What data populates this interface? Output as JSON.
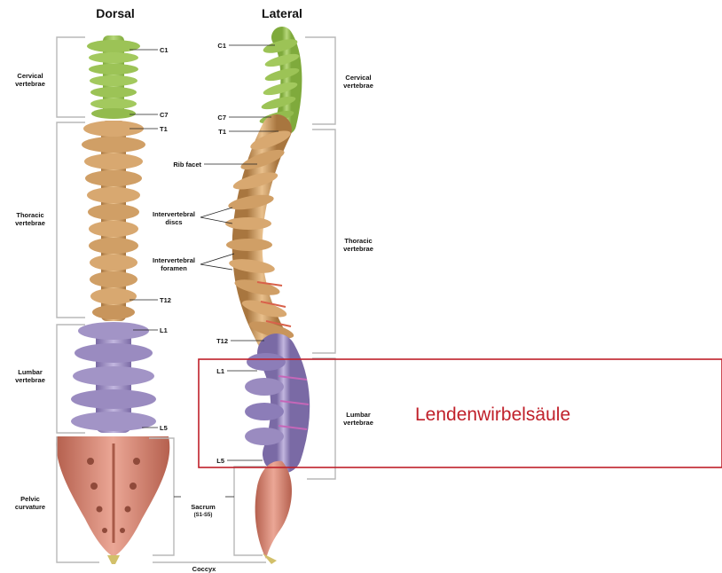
{
  "views": {
    "dorsal": "Dorsal",
    "lateral": "Lateral"
  },
  "dorsal_regions": {
    "cervical": [
      "Cervical",
      "vertebrae"
    ],
    "thoracic": [
      "Thoracic",
      "vertebrae"
    ],
    "lumbar": [
      "Lumbar",
      "vertebrae"
    ],
    "pelvic": [
      "Pelvic",
      "curvature"
    ]
  },
  "dorsal_levels": {
    "c1": "C1",
    "c7": "C7",
    "t1": "T1",
    "t12": "T12",
    "l1": "L1",
    "l5": "L5"
  },
  "lateral_levels": {
    "c1": "C1",
    "c7": "C7",
    "t1": "T1",
    "t12": "T12",
    "l1": "L1",
    "l5": "L5"
  },
  "lateral_features": {
    "rib_facet": "Rib facet",
    "intervertebral_discs": [
      "Intervertebral",
      "discs"
    ],
    "intervertebral_foramen": [
      "Intervertebral",
      "foramen"
    ]
  },
  "lateral_regions": {
    "cervical": [
      "Cervical",
      "vertebrae"
    ],
    "thoracic": [
      "Thoracic",
      "vertebrae"
    ],
    "lumbar": [
      "Lumbar",
      "vertebrae"
    ]
  },
  "sacrum": [
    "Sacrum",
    "(S1-S5)"
  ],
  "coccyx": "Coccyx",
  "callout": {
    "text": "Lendenwirbelsäule",
    "color": "#c0202a"
  },
  "colors": {
    "cervical": "#9cc356",
    "thoracic": "#d8a870",
    "lumbar": "#a294c6",
    "sacrum": "#d9897a"
  }
}
